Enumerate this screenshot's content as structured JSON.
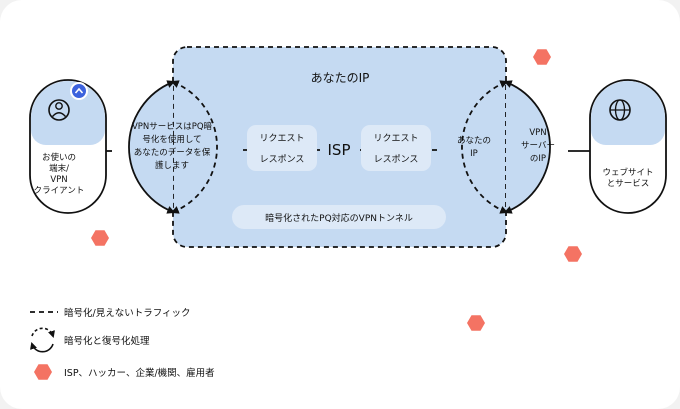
{
  "diagram": {
    "isp_area_title": "あなたのIP",
    "isp_label": "ISP",
    "tunnel_label": "暗号化されたPQ対応のVPNトンネル",
    "client_label": [
      "お使いの",
      "端末/",
      "VPN",
      "クライアント"
    ],
    "vpn_service_text": [
      "VPNサービスはPQ暗",
      "号化を使用して",
      "あなたのデータを保",
      "護します"
    ],
    "left_pill": [
      "リクエスト",
      "レスポンス"
    ],
    "right_pill": [
      "リクエスト",
      "レスポンス"
    ],
    "your_ip_text": [
      "あなたの",
      "IP"
    ],
    "vpn_server_ip_text": [
      "VPN",
      "サーバー",
      "のIP"
    ],
    "website_label": [
      "ウェブサイト",
      "とサービス"
    ]
  },
  "legend": {
    "dashed": "暗号化/見えないトラフィック",
    "arrows": "暗号化と復号化処理",
    "hexagon": "ISP、ハッカー、企業/機関、雇用者"
  },
  "colors": {
    "light_blue": "#c5daf2",
    "pill": "#dde9f7",
    "hexagon": "#f47363",
    "badge": "#3d63dd",
    "ink": "#111111"
  },
  "icons": {
    "client": "user-icon",
    "badge": "chevron-up-icon",
    "website": "globe-icon",
    "threat": "hexagon-icon"
  }
}
